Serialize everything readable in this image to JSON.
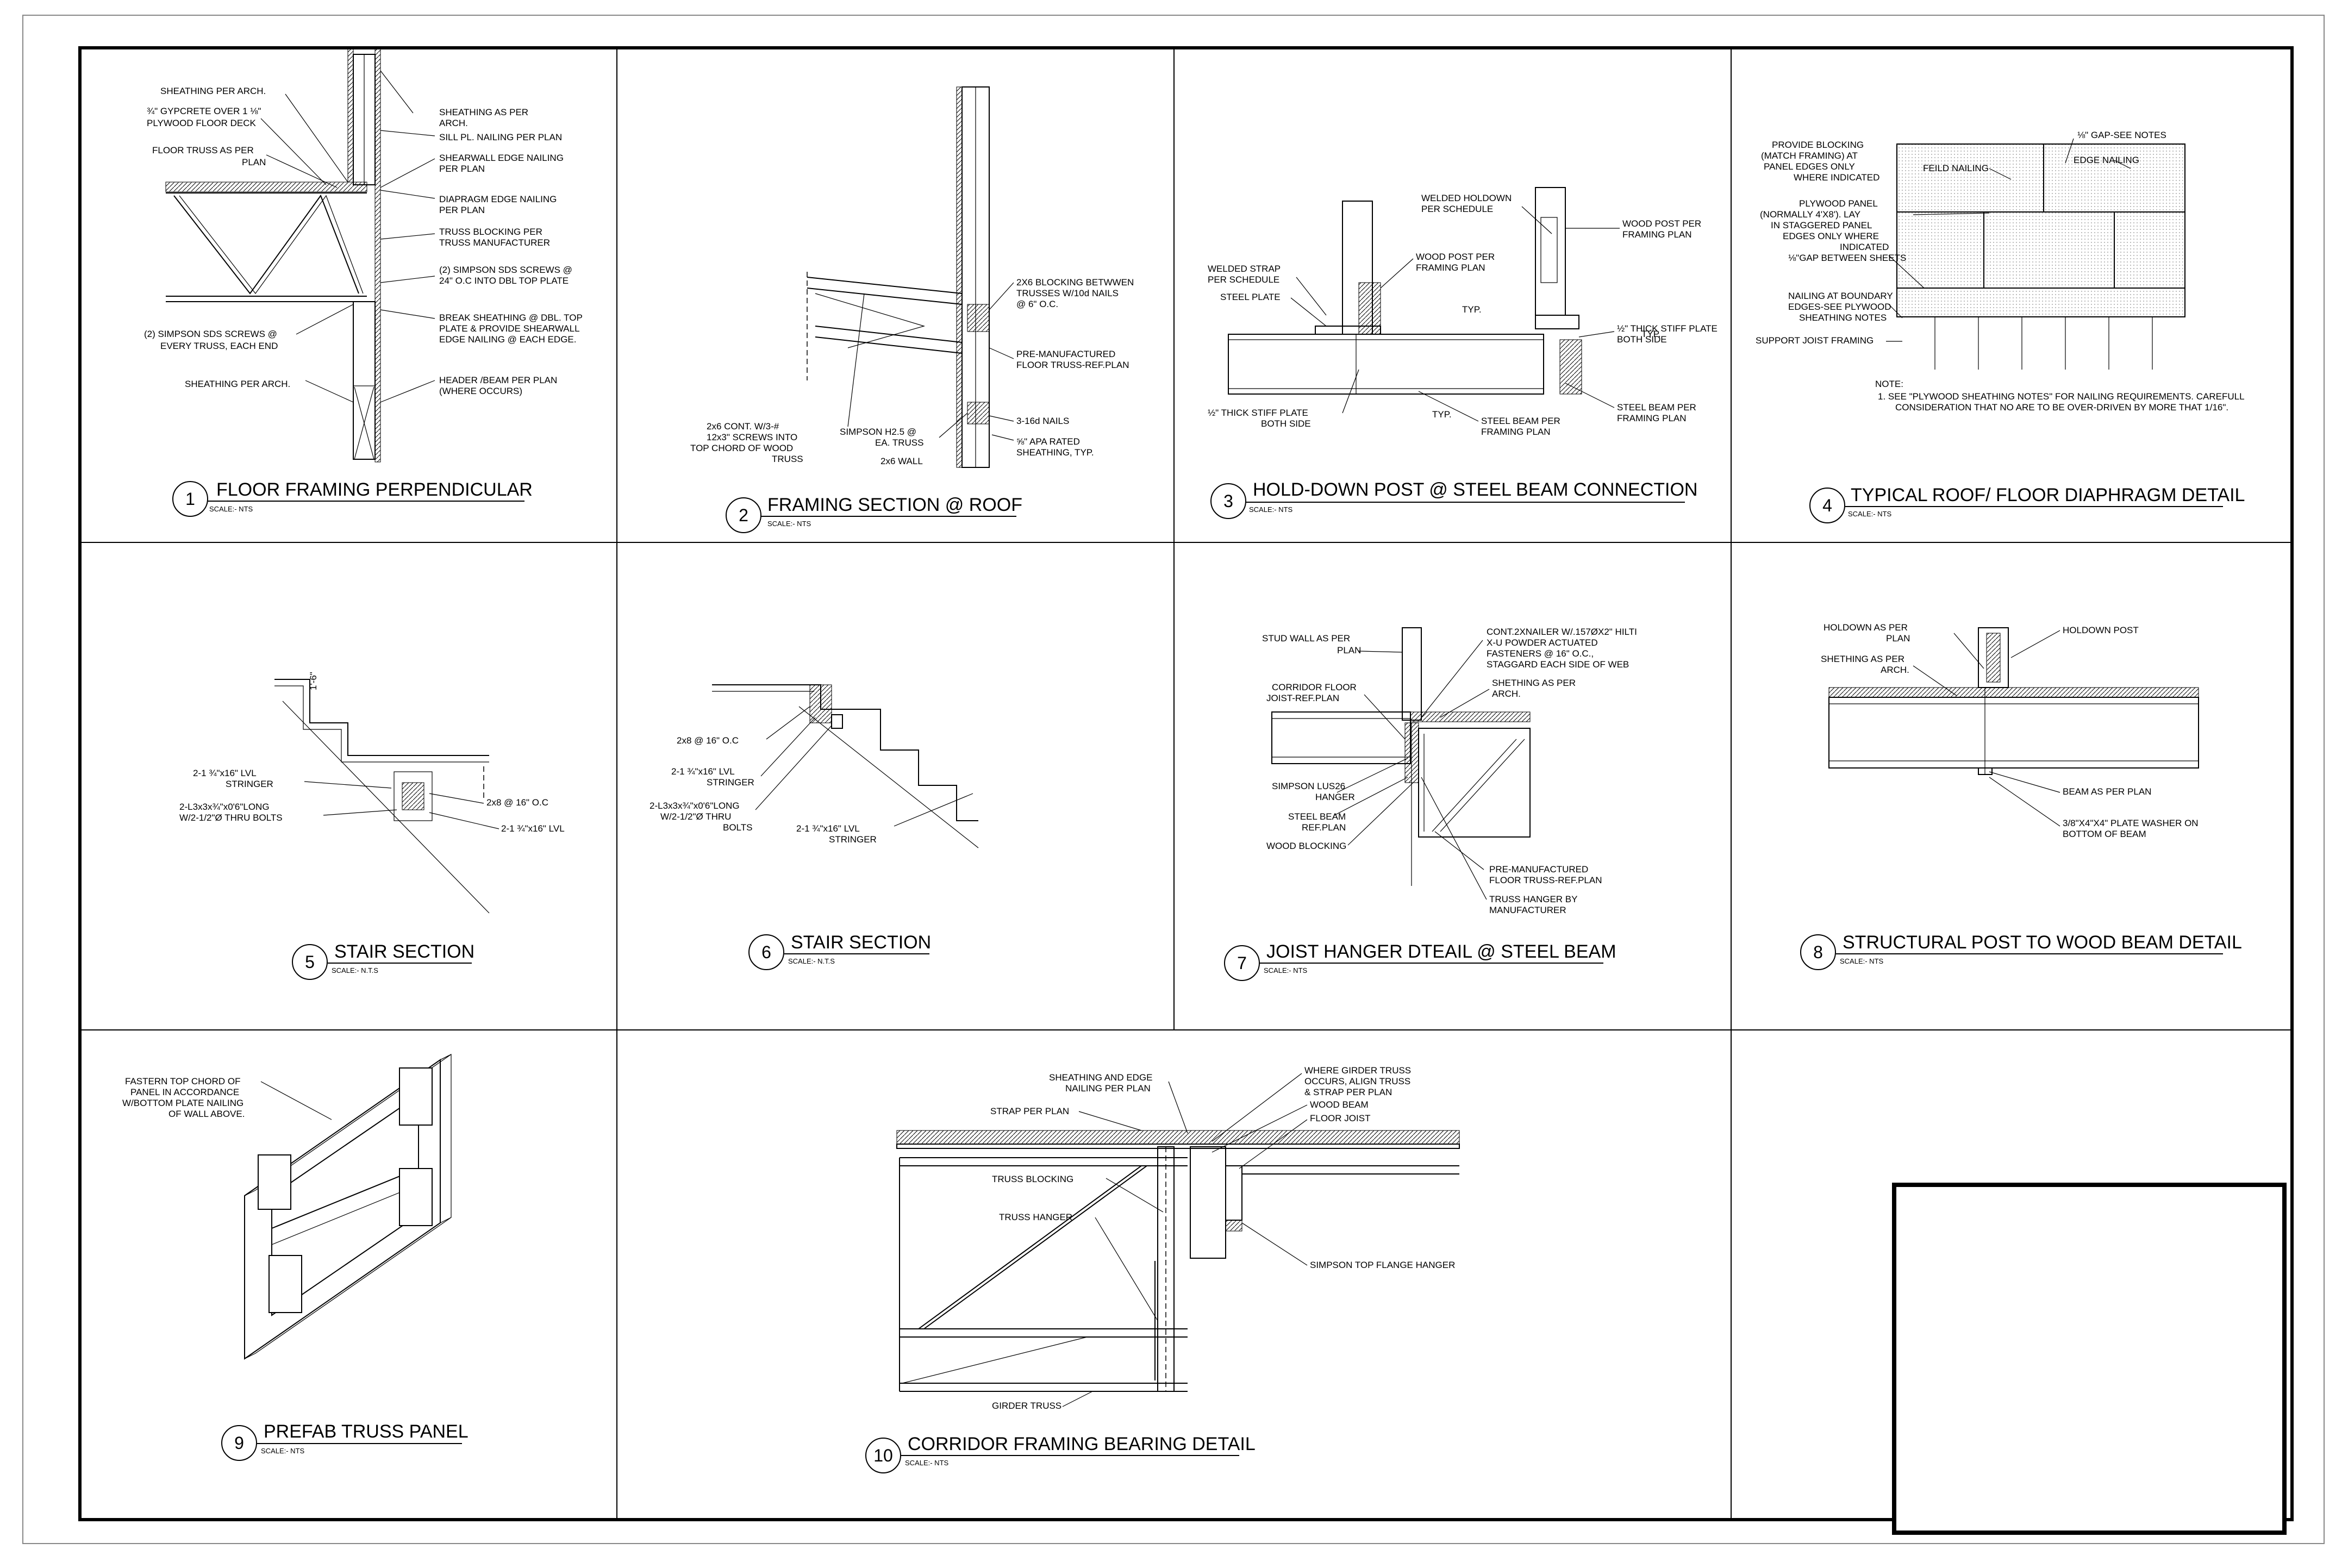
{
  "details": [
    {
      "id": "d1",
      "number": "1",
      "title": "FLOOR FRAMING PERPENDICULAR",
      "scale": "SCALE:- NTS",
      "notes": [
        "SHEATHING PER ARCH.",
        "¾\" GYPCRETE OVER 1 ⅛\"",
        "PLYWOOD FLOOR DECK",
        "FLOOR TRUSS AS PER",
        "PLAN",
        "(2) SIMPSON SDS SCREWS @",
        "EVERY TRUSS, EACH END",
        "SHEATHING PER ARCH.",
        "SHEATHING AS PER",
        "ARCH.",
        "SILL PL. NAILING PER PLAN",
        "SHEARWALL EDGE  NAILING",
        "PER PLAN",
        "DIAPRAGM EDGE NAILING",
        "PER PLAN",
        "TRUSS BLOCKING  PER",
        "TRUSS MANUFACTURER",
        "(2) SIMPSON SDS SCREWS @",
        "24\" O.C INTO DBL TOP PLATE",
        "BREAK SHEATHING @ DBL. TOP",
        "PLATE & PROVIDE SHEARWALL",
        "EDGE NAILING @ EACH EDGE.",
        "HEADER /BEAM PER PLAN",
        "(WHERE OCCURS)"
      ]
    },
    {
      "id": "d2",
      "number": "2",
      "title": "FRAMING SECTION @ ROOF",
      "scale": "SCALE:- NTS",
      "notes": [
        "2X6 BLOCKING BETWWEN",
        "TRUSSES W/10d NAILS",
        "@ 6\" O.C.",
        "PRE-MANUFACTURED",
        "FLOOR TRUSS-REF.PLAN",
        "2x6 CONT. W/3-#",
        "12x3\" SCREWS INTO",
        "TOP CHORD OF WOOD",
        "TRUSS",
        "SIMPSON H2.5 @",
        "EA. TRUSS",
        "2x6 WALL",
        "3-16d NAILS",
        "⅝\" APA RATED",
        "SHEATHING, TYP."
      ]
    },
    {
      "id": "d3",
      "number": "3",
      "title": "HOLD-DOWN POST @ STEEL BEAM CONNECTION",
      "scale": "SCALE:- NTS",
      "notes": [
        "WELDED HOLDOWN",
        "PER SCHEDULE",
        "WOOD POST PER",
        "FRAMING PLAN",
        "WELDED STRAP",
        "PER SCHEDULE",
        "WOOD POST PER",
        "FRAMING PLAN",
        "STEEL PLATE",
        "½\" THICK STIFF PLATE",
        "BOTH SIDE",
        "½\" THICK STIFF PLATE",
        "BOTH SIDE",
        "STEEL BEAM PER",
        "FRAMING PLAN",
        "STEEL BEAM PER",
        "FRAMING PLAN",
        "TYP.",
        "TYP.",
        "TYP."
      ]
    },
    {
      "id": "d4",
      "number": "4",
      "title": "TYPICAL ROOF/ FLOOR DIAPHRAGM DETAIL",
      "scale": "SCALE:- NTS",
      "notes": [
        "PROVIDE BLOCKING",
        "(MATCH FRAMING) AT",
        "PANEL EDGES ONLY",
        "WHERE INDICATED",
        "FEILD NAILING",
        "⅛\" GAP-SEE NOTES",
        "EDGE NAILING",
        "PLYWOOD PANEL",
        "(NORMALLY 4'X8'). LAY",
        "IN STAGGERED PANEL",
        "EDGES ONLY WHERE",
        "INDICATED",
        "⅛\"GAP BETWEEN SHEETS",
        "NAILING AT BOUNDARY",
        "EDGES-SEE PLYWOOD",
        "SHEATHING NOTES",
        "SUPPORT JOIST FRAMING",
        "NOTE:",
        "1.  SEE \"PLYWOOD SHEATHING NOTES\" FOR NAILING REQUIREMENTS. CAREFULL",
        "CONSIDERATION THAT NO ARE TO BE OVER-DRIVEN BY MORE THAT 1/16\"."
      ]
    },
    {
      "id": "d5",
      "number": "5",
      "title": "STAIR SECTION",
      "scale": "SCALE:- N.T.S",
      "notes": [
        "2-1 ¾\"x16\" LVL",
        "STRINGER",
        "2-L3x3x¾\"x0'6\"LONG",
        "W/2-1/2\"Ø THRU BOLTS",
        "2x8 @ 16\" O.C",
        "2-1 ¾\"x16\" LVL",
        "1'-6\""
      ]
    },
    {
      "id": "d6",
      "number": "6",
      "title": "STAIR SECTION",
      "scale": "SCALE:- N.T.S",
      "notes": [
        "2x8 @ 16\" O.C",
        "2-1 ¾\"x16\" LVL",
        "STRINGER",
        "2-L3x3x¾\"x0'6\"LONG",
        "W/2-1/2\"Ø THRU",
        "BOLTS",
        "2-1 ¾\"x16\" LVL",
        "STRINGER"
      ]
    },
    {
      "id": "d7",
      "number": "7",
      "title": "JOIST HANGER DTEAIL @ STEEL BEAM",
      "scale": "SCALE:- NTS",
      "notes": [
        "STUD WALL AS PER",
        "PLAN",
        "CONT.2XNAILER W/.157ØX2\" HILTI",
        "X-U POWDER ACTUATED",
        "FASTENERS @ 16\" O.C.,",
        "STAGGARD EACH SIDE OF WEB",
        "CORRIDOR FLOOR",
        "JOIST-REF.PLAN",
        "SHETHING AS PER",
        "ARCH.",
        "SIMPSON LUS26",
        "HANGER",
        "STEEL BEAM",
        "REF.PLAN",
        "WOOD BLOCKING",
        "PRE-MANUFACTURED",
        "FLOOR TRUSS-REF.PLAN",
        "TRUSS HANGER BY",
        "MANUFACTURER"
      ]
    },
    {
      "id": "d8",
      "number": "8",
      "title": "STRUCTURAL POST TO WOOD BEAM DETAIL",
      "scale": "SCALE:- NTS",
      "notes": [
        "HOLDOWN AS PER",
        "PLAN",
        "HOLDOWN POST",
        "SHETHING AS PER",
        "ARCH.",
        "BEAM AS PER PLAN",
        "3/8\"X4\"X4\" PLATE WASHER ON",
        "BOTTOM OF BEAM"
      ]
    },
    {
      "id": "d9",
      "number": "9",
      "title": "PREFAB TRUSS PANEL",
      "scale": "SCALE:- NTS",
      "notes": [
        "FASTERN TOP CHORD OF",
        "PANEL IN ACCORDANCE",
        "W/BOTTOM PLATE NAILING",
        "OF WALL ABOVE."
      ]
    },
    {
      "id": "d10",
      "number": "10",
      "title": "CORRIDOR FRAMING BEARING DETAIL",
      "scale": "SCALE:- NTS",
      "notes": [
        "SHEATHING AND EDGE",
        "NAILING PER PLAN",
        "STRAP PER PLAN",
        "WHERE GIRDER TRUSS",
        "OCCURS, ALIGN TRUSS",
        "& STRAP PER PLAN",
        "WOOD BEAM",
        "FLOOR JOIST",
        "TRUSS BLOCKING",
        "TRUSS HANGER",
        "SIMPSON TOP FLANGE HANGER",
        "GIRDER TRUSS"
      ]
    }
  ]
}
